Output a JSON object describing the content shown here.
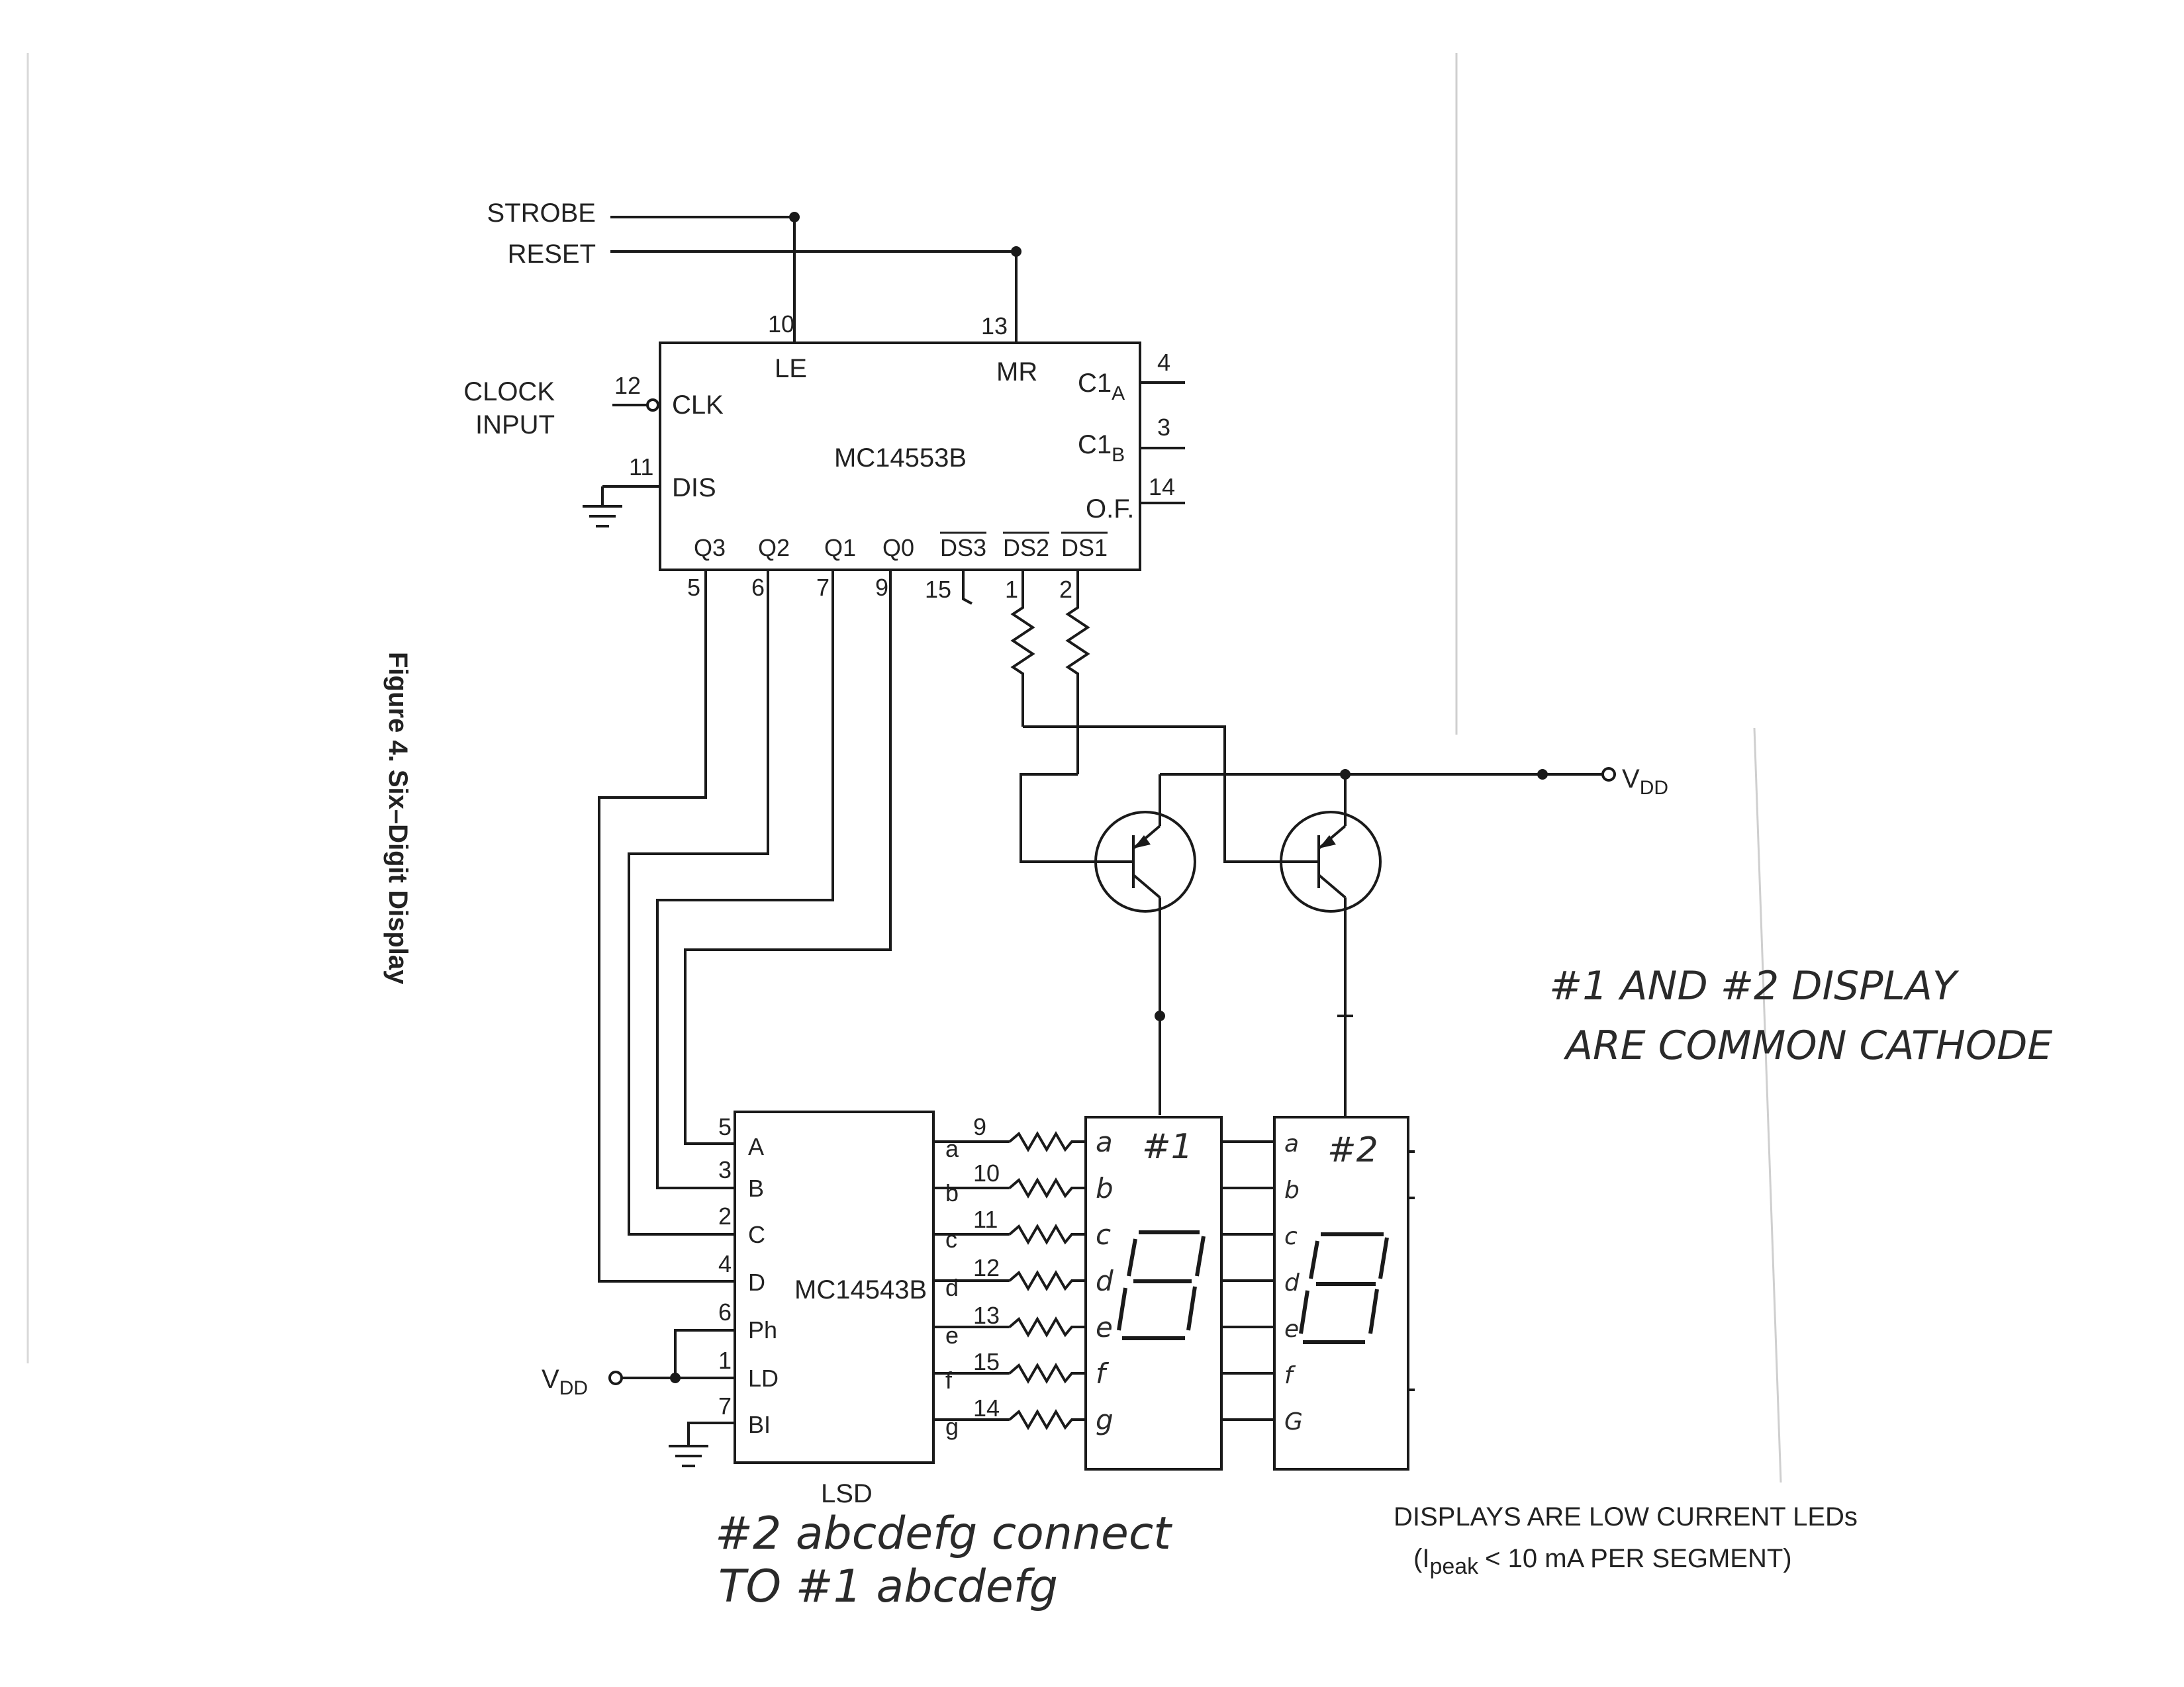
{
  "figure": {
    "title": "Figure 4. Six–Digit Display"
  },
  "inputs": {
    "strobe": "STROBE",
    "reset": "RESET",
    "clock_line1": "CLOCK",
    "clock_line2": "INPUT",
    "vdd_main": "V",
    "vdd_main_sub": "DD",
    "vdd_decoder": "V",
    "vdd_decoder_sub": "DD"
  },
  "counter_chip": {
    "name": "MC14553B",
    "pins": {
      "le": "LE",
      "mr": "MR",
      "clk": "CLK",
      "dis": "DIS",
      "c1a": "C1",
      "c1a_sub": "A",
      "c1b": "C1",
      "c1b_sub": "B",
      "of": "O.F.",
      "q3": "Q3",
      "q2": "Q2",
      "q1": "Q1",
      "q0": "Q0",
      "ds3": "DS3",
      "ds2": "DS2",
      "ds1": "DS1"
    },
    "pin_numbers": {
      "le": "10",
      "mr": "13",
      "clk": "12",
      "dis": "11",
      "c1a": "4",
      "c1b": "3",
      "of": "14",
      "q3": "5",
      "q2": "6",
      "q1": "7",
      "q0": "9",
      "ds3": "15",
      "ds2": "1",
      "ds1": "2"
    }
  },
  "decoder_chip": {
    "name": "MC14543B",
    "caption": "LSD",
    "inputs": [
      "A",
      "B",
      "C",
      "D",
      "Ph",
      "LD",
      "BI"
    ],
    "input_pin_numbers": [
      "5",
      "3",
      "2",
      "4",
      "6",
      "1",
      "7"
    ],
    "outputs": [
      "a",
      "b",
      "c",
      "d",
      "e",
      "f",
      "g"
    ],
    "output_pin_numbers": [
      "9",
      "10",
      "11",
      "12",
      "13",
      "15",
      "14"
    ]
  },
  "display1": {
    "label": "#1",
    "segment_labels": [
      "a",
      "b",
      "c",
      "d",
      "e",
      "f",
      "g"
    ]
  },
  "display2": {
    "label": "#2",
    "segment_labels": [
      "a",
      "b",
      "c",
      "d",
      "e",
      "f",
      "G"
    ]
  },
  "notes": {
    "low_current": "DISPLAYS ARE LOW CURRENT LEDs",
    "ipeak_open": "(I",
    "ipeak_sub": "peak",
    "ipeak_rest": "< 10 mA PER SEGMENT)"
  },
  "handwritten": {
    "common_cathode_line1": "#1 AND #2 DISPLAY",
    "common_cathode_line2": "ARE COMMON CATHODE",
    "connect_line1": "#2 abcdefg connect",
    "connect_line2": "TO #1 abcdefg"
  }
}
